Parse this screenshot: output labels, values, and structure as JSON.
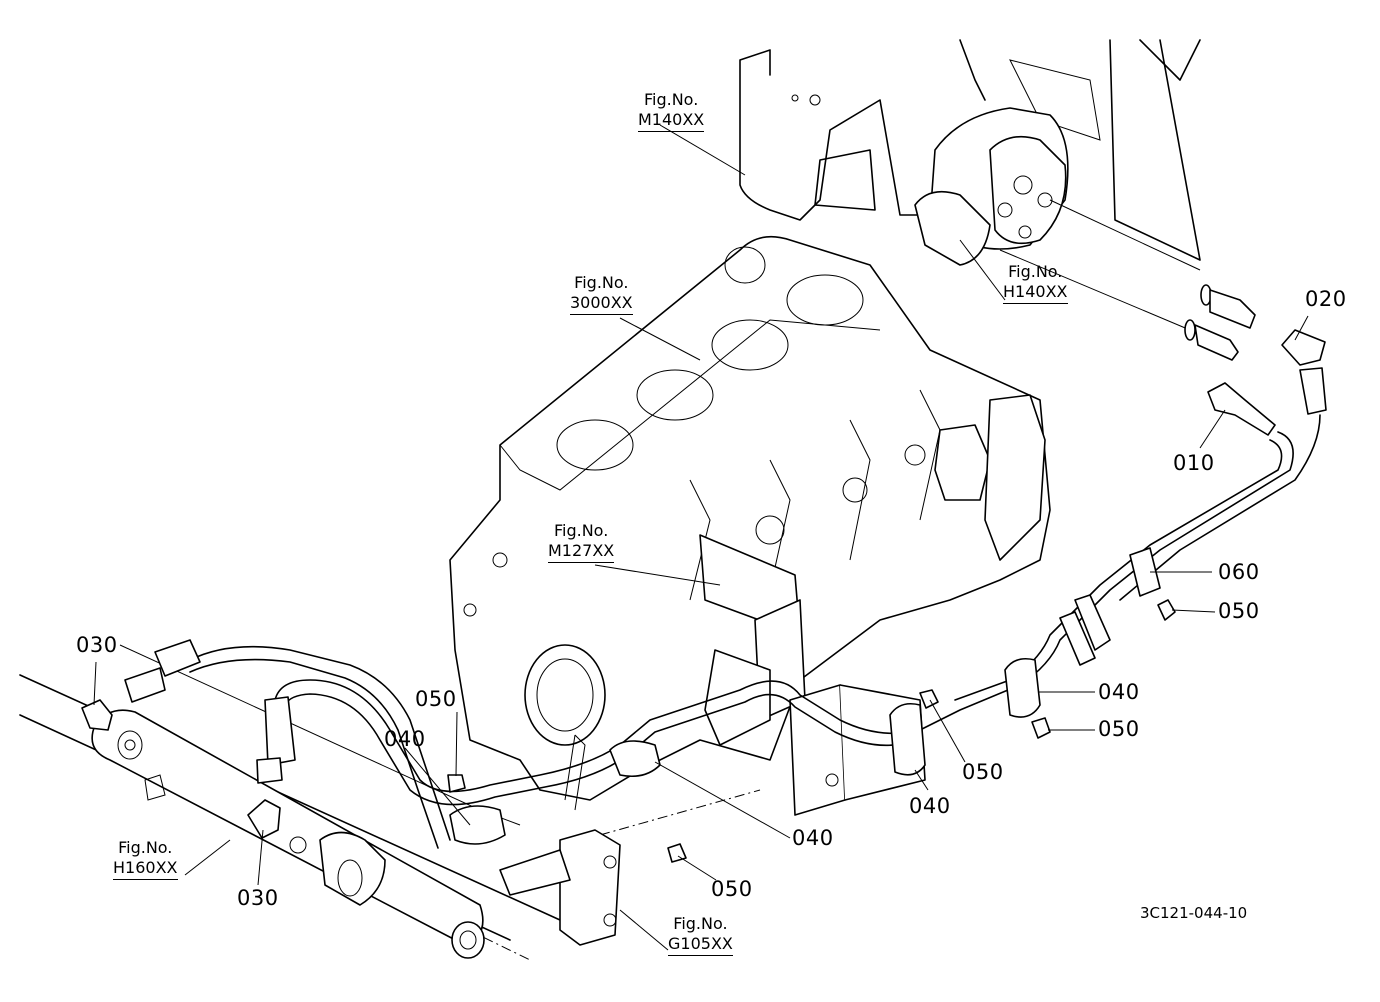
{
  "part_labels": {
    "p010": "010",
    "p020": "020",
    "p030_a": "030",
    "p030_b": "030",
    "p040_a": "040",
    "p040_b": "040",
    "p040_c": "040",
    "p040_d": "040",
    "p050_a": "050",
    "p050_b": "050",
    "p050_c": "050",
    "p050_d": "050",
    "p050_e": "050",
    "p060": "060"
  },
  "figure_refs": {
    "m140": {
      "prefix": "Fig.No.",
      "code": "M140XX"
    },
    "h140": {
      "prefix": "Fig.No.",
      "code": "H140XX"
    },
    "f3000": {
      "prefix": "Fig.No.",
      "code": "3000XX"
    },
    "m127": {
      "prefix": "Fig.No.",
      "code": "M127XX"
    },
    "h160": {
      "prefix": "Fig.No.",
      "code": "H160XX"
    },
    "g105": {
      "prefix": "Fig.No.",
      "code": "G105XX"
    }
  },
  "drawing_code": "3C121-044-10"
}
